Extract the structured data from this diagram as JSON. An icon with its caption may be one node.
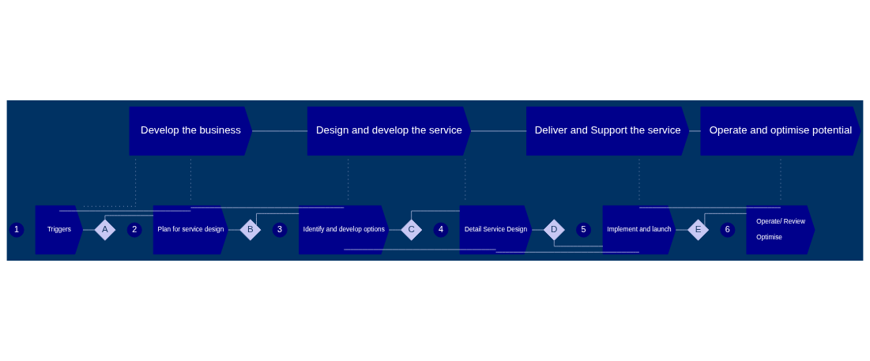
{
  "diagram": {
    "nodes": [
      {
        "text": [
          "Develop the business"
        ]
      },
      {
        "text": [
          "Design and develop the service"
        ]
      },
      {
        "text": [
          "Deliver and Support the service"
        ]
      },
      {
        "text": [
          "Operate and optimise potential"
        ]
      },
      {
        "text": [
          "1"
        ]
      },
      {
        "text": [
          "Triggers"
        ]
      },
      {
        "text": [
          "A"
        ]
      },
      {
        "text": [
          "2"
        ]
      },
      {
        "text": [
          "Plan for service design"
        ]
      },
      {
        "text": [
          "B"
        ]
      },
      {
        "text": [
          "3"
        ]
      },
      {
        "text": [
          "Identify and develop options"
        ]
      },
      {
        "text": [
          "C"
        ]
      },
      {
        "text": [
          "4"
        ]
      },
      {
        "text": [
          "Detail Service Design"
        ]
      },
      {
        "text": [
          "D"
        ]
      },
      {
        "text": [
          "5"
        ]
      },
      {
        "text": [
          "Implement and launch"
        ]
      },
      {
        "text": [
          "E"
        ]
      },
      {
        "text": [
          "6"
        ]
      },
      {
        "text": [
          "Operate/ Review",
          "Optimise"
        ]
      }
    ],
    "edges": [
      {
        "from": 0,
        "to": 1,
        "arrow": "none"
      },
      {
        "from": 1,
        "to": 2,
        "arrow": "none"
      },
      {
        "from": 2,
        "to": 3,
        "arrow": "none"
      },
      {
        "from": 0,
        "to": 5,
        "arrow": "none",
        "style": "dashed"
      },
      {
        "from": 0,
        "to": 8,
        "arrow": "none",
        "style": "dashed"
      },
      {
        "from": 1,
        "to": 11,
        "arrow": "none",
        "style": "dashed"
      },
      {
        "from": 1,
        "to": 14,
        "arrow": "none",
        "style": "dashed"
      },
      {
        "from": 2,
        "to": 17,
        "arrow": "none",
        "style": "dashed"
      },
      {
        "from": 3,
        "to": 20,
        "arrow": "none",
        "style": "dashed"
      },
      {
        "from": 5,
        "to": 6,
        "arrow": "none"
      },
      {
        "from": 6,
        "to": 8,
        "arrow": "none"
      },
      {
        "from": 8,
        "to": 9,
        "arrow": "none"
      },
      {
        "from": 9,
        "to": 11,
        "arrow": "none"
      },
      {
        "from": 11,
        "to": 12,
        "arrow": "none"
      },
      {
        "from": 12,
        "to": 14,
        "arrow": "none"
      },
      {
        "from": 14,
        "to": 15,
        "arrow": "none"
      },
      {
        "from": 15,
        "to": 17,
        "arrow": "none"
      },
      {
        "from": 17,
        "to": 18,
        "arrow": "none"
      },
      {
        "from": 18,
        "to": 20,
        "arrow": "none"
      },
      {
        "from": 5,
        "to": 8,
        "arrow": "none"
      },
      {
        "from": 8,
        "to": 11,
        "arrow": "none"
      },
      {
        "from": 11,
        "to": 14,
        "arrow": "none"
      },
      {
        "from": 14,
        "to": 17,
        "arrow": "none"
      },
      {
        "from": 17,
        "to": 20,
        "arrow": "none"
      }
    ]
  }
}
